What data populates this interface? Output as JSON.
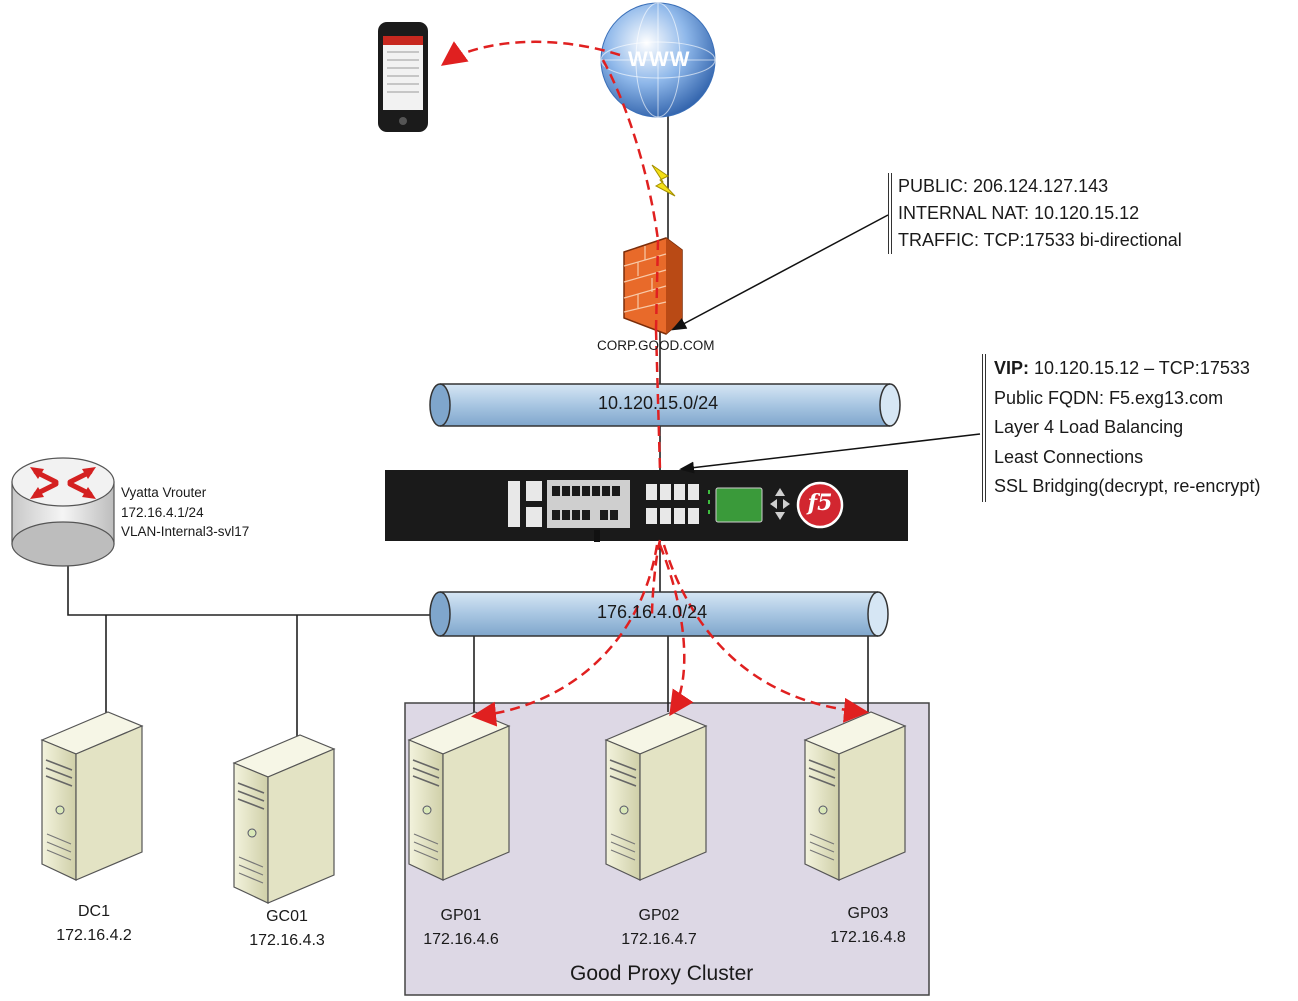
{
  "internet": {
    "label": "WWW"
  },
  "firewall": {
    "hostname": "CORP.GOOD.COM",
    "callout": [
      "PUBLIC: 206.124.127.143",
      "INTERNAL NAT: 10.120.15.12",
      "TRAFFIC:  TCP:17533 bi-directional"
    ]
  },
  "networks": {
    "upper": "10.120.15.0/24",
    "lower": "176.16.4.0/24"
  },
  "load_balancer": {
    "vip_label": "VIP:",
    "vip_value": " 10.120.15.12 – TCP:17533",
    "callout": [
      "Public FQDN: F5.exg13.com",
      "Layer 4 Load Balancing",
      "Least Connections",
      "SSL Bridging(decrypt, re-encrypt)"
    ],
    "logo": "f5"
  },
  "router": {
    "lines": [
      "Vyatta Vrouter",
      "172.16.4.1/24",
      "VLAN-Internal3-svl17"
    ]
  },
  "servers": [
    {
      "name": "DC1",
      "ip": "172.16.4.2"
    },
    {
      "name": "GC01",
      "ip": "172.16.4.3"
    },
    {
      "name": "GP01",
      "ip": "172.16.4.6"
    },
    {
      "name": "GP02",
      "ip": "172.16.4.7"
    },
    {
      "name": "GP03",
      "ip": "172.16.4.8"
    }
  ],
  "cluster": {
    "label": "Good  Proxy  Cluster"
  },
  "colors": {
    "traffic": "#e02020",
    "pipe": "#a9c7e3",
    "cluster_bg": "#ddd8e5",
    "server_body": "#e6e6c8"
  }
}
